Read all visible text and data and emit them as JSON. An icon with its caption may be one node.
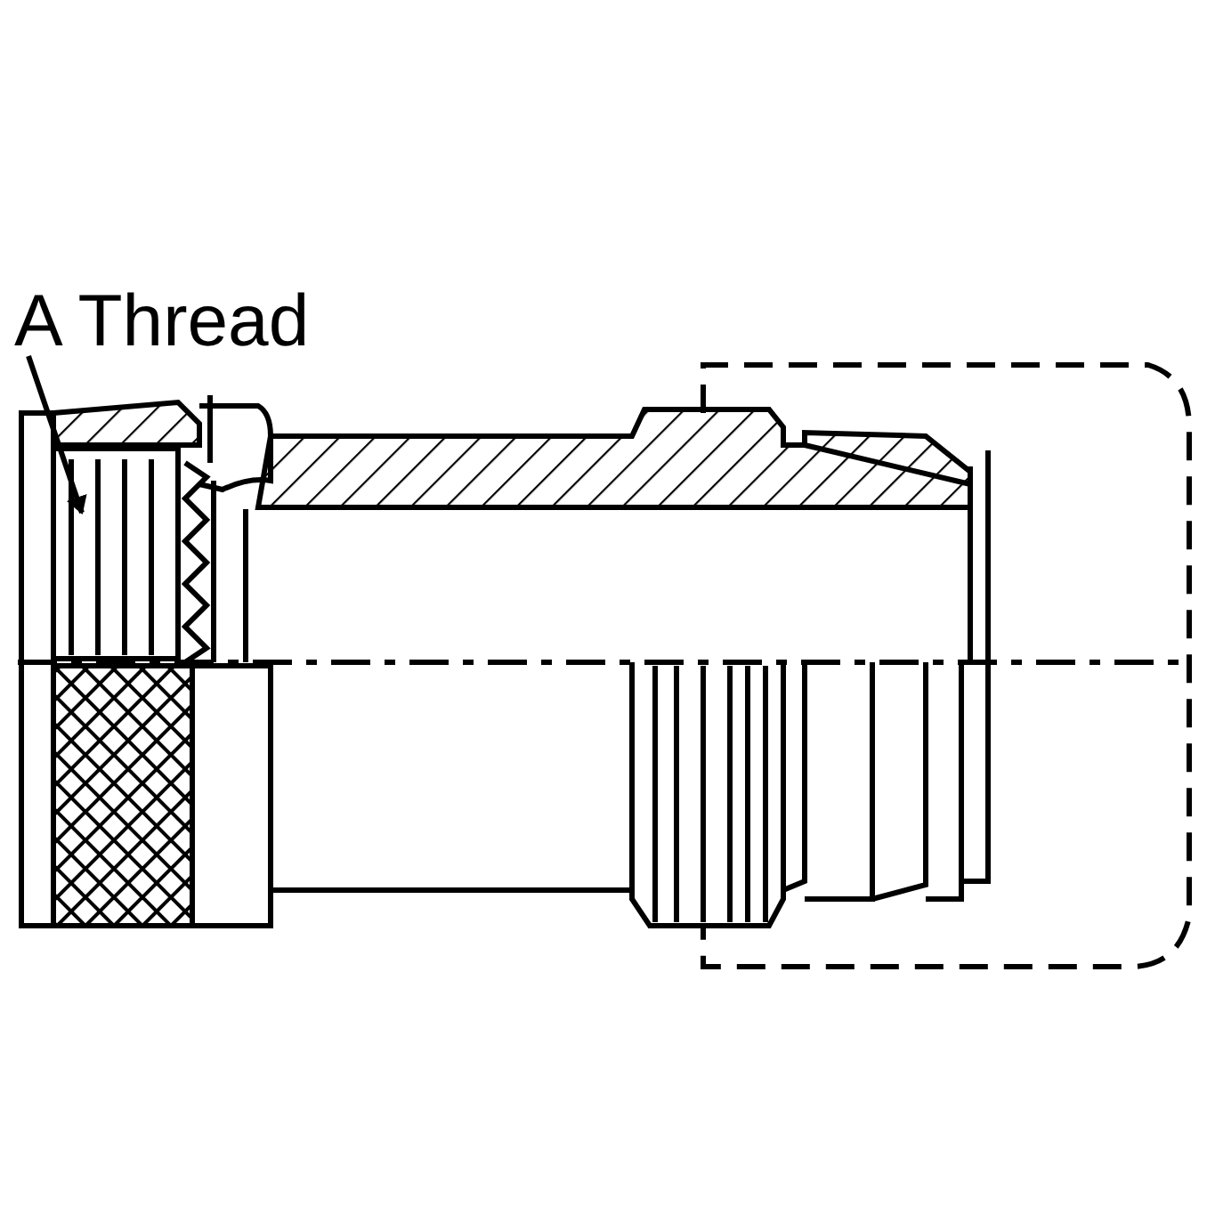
{
  "diagram": {
    "nodes": [
      {
        "text": [
          "A Thread"
        ]
      },
      {
        "text": [],
        "shape": "picture"
      }
    ],
    "edges": [
      {
        "from": 0,
        "to": 1,
        "arrow": "to"
      }
    ]
  }
}
